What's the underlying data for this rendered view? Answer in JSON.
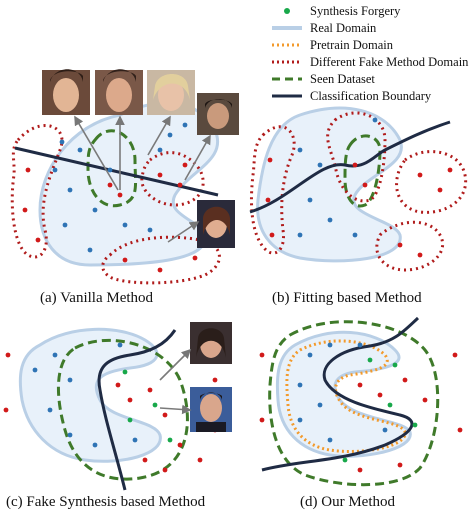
{
  "legend": {
    "synthesis_forgery": "Synthesis Forgery",
    "real_domain": "Real Domain",
    "pretrain_domain": "Pretrain Domain",
    "different_fake_method_domain": "Different Fake Method Domain",
    "seen_dataset": "Seen Dataset",
    "classification_boundary": "Classification Boundary"
  },
  "captions": {
    "a": "(a)  Vanilla Method",
    "b": "(b)  Fitting based Method",
    "c": "(c)  Fake Synthesis based Method",
    "d": "(d) Our Method"
  },
  "colors": {
    "real_dot": "#2f74b5",
    "fake_dot": "#d11a1a",
    "synth_dot": "#18a84a",
    "real_domain_fill": "#e8f1fa",
    "real_domain_stroke": "#b9cfe6",
    "fake_domain_stroke": "#b01b1b",
    "seen_dataset_stroke": "#3f7a2a",
    "pretrain_stroke": "#f39a2b",
    "boundary": "#1f2b44"
  },
  "icons": [
    "face-thumbnail-icon"
  ]
}
